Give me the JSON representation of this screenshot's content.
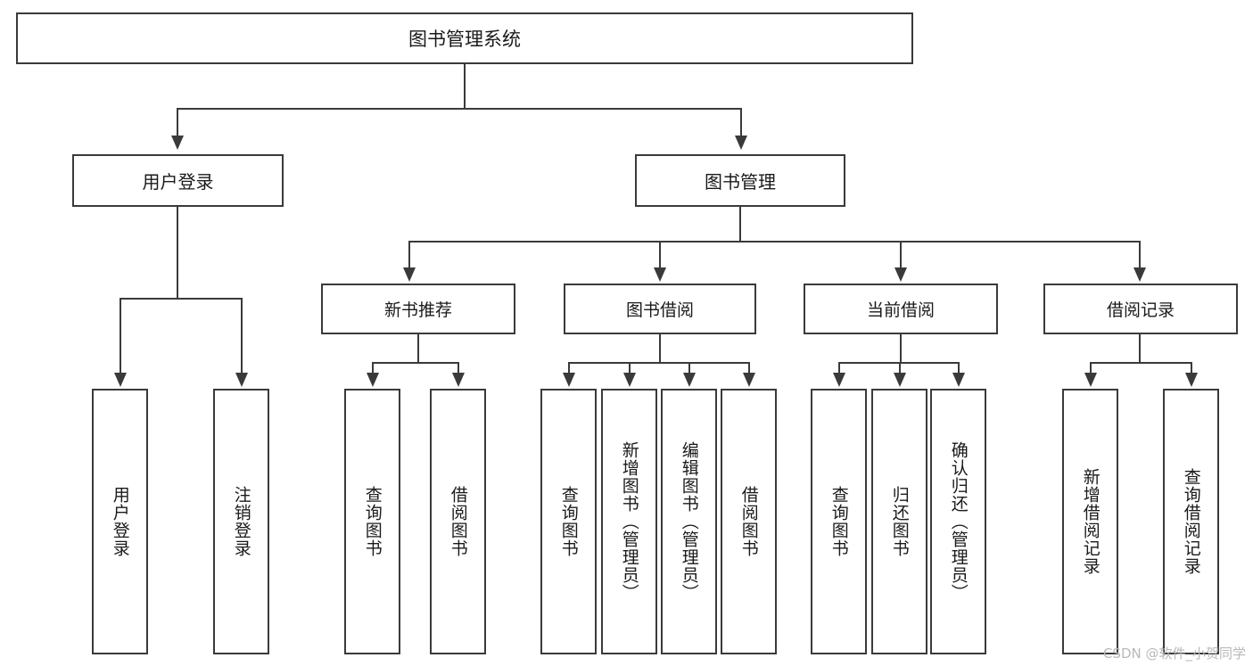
{
  "diagram": {
    "title": "图书管理系统",
    "root": {
      "label": "图书管理系统"
    },
    "level1": [
      {
        "label": "用户登录"
      },
      {
        "label": "图书管理"
      }
    ],
    "level2": [
      {
        "label": "新书推荐"
      },
      {
        "label": "图书借阅"
      },
      {
        "label": "当前借阅"
      },
      {
        "label": "借阅记录"
      }
    ],
    "leaves": [
      {
        "label": "用户登录"
      },
      {
        "label": "注销登录"
      },
      {
        "label": "查询图书"
      },
      {
        "label": "借阅图书"
      },
      {
        "label": "查询图书"
      },
      {
        "label": "新增图书（管理员）"
      },
      {
        "label": "编辑图书（管理员）"
      },
      {
        "label": "借阅图书"
      },
      {
        "label": "查询图书"
      },
      {
        "label": "归还图书"
      },
      {
        "label": "确认归还（管理员）"
      },
      {
        "label": "新增借阅记录"
      },
      {
        "label": "查询借阅记录"
      }
    ],
    "watermark": "CSDN @软件_小贺同学",
    "colors": {
      "stroke": "#3a3a3a",
      "background": "#ffffff",
      "text": "#1a1a1a",
      "watermark": "#b9b9b9"
    }
  }
}
